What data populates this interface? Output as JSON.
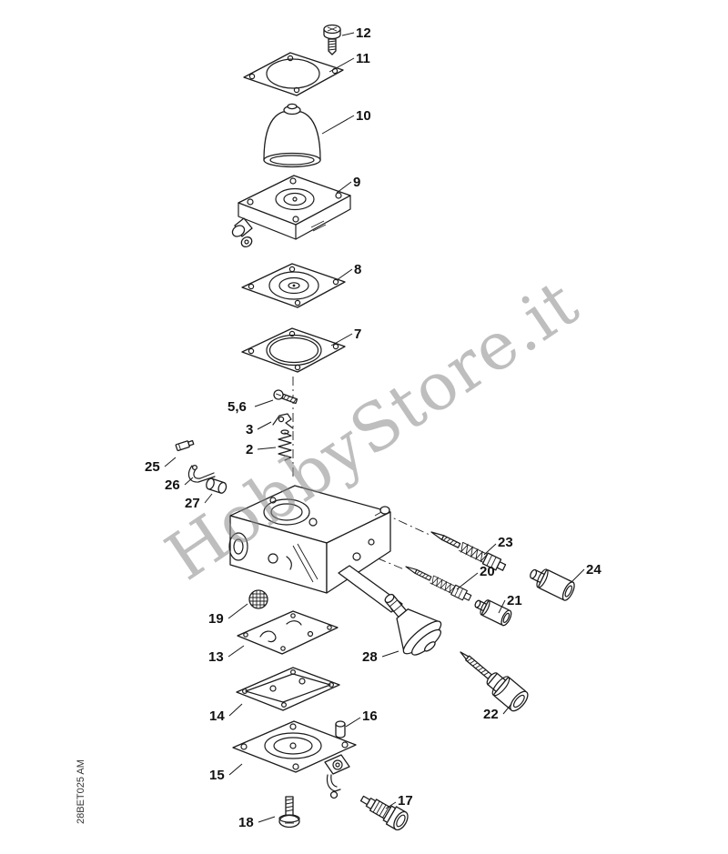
{
  "diagram": {
    "watermark": "HobbyStore.it",
    "plate_code": "28BET025 AM",
    "parts": [
      {
        "callout": "12"
      },
      {
        "callout": "11"
      },
      {
        "callout": "10"
      },
      {
        "callout": "9"
      },
      {
        "callout": "8"
      },
      {
        "callout": "7"
      },
      {
        "callout": "5,6"
      },
      {
        "callout": "3"
      },
      {
        "callout": "2"
      },
      {
        "callout": "25"
      },
      {
        "callout": "26"
      },
      {
        "callout": "27"
      },
      {
        "callout": "23"
      },
      {
        "callout": "20"
      },
      {
        "callout": "24"
      },
      {
        "callout": "21"
      },
      {
        "callout": "19"
      },
      {
        "callout": "13"
      },
      {
        "callout": "28"
      },
      {
        "callout": "22"
      },
      {
        "callout": "14"
      },
      {
        "callout": "16"
      },
      {
        "callout": "15"
      },
      {
        "callout": "17"
      },
      {
        "callout": "18"
      }
    ]
  },
  "colors": {
    "background": "#ffffff",
    "line": "#1c1c1c",
    "label": "#111111",
    "watermark_gray": "#8a8a8a"
  }
}
